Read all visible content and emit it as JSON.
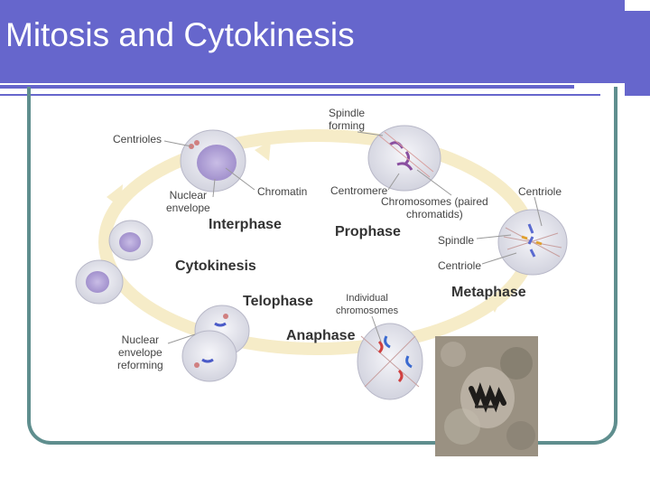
{
  "slide": {
    "title": "Mitosis and Cytokinesis"
  },
  "labels": {
    "spindle_forming": "Spindle\nforming",
    "centrioles": "Centrioles",
    "nuclear_envelope": "Nuclear\nenvelope",
    "chromatin": "Chromatin",
    "centromere": "Centromere",
    "chromosomes_paired": "Chromosomes (paired\nchromatids)",
    "centriole_top": "Centriole",
    "spindle": "Spindle",
    "centriole_mid": "Centriole",
    "individual_chromosomes": "Individual\nchromosomes",
    "nuclear_envelope_reforming": "Nuclear\nenvelope\nreforming"
  },
  "phases": {
    "interphase": "Interphase",
    "prophase": "Prophase",
    "metaphase": "Metaphase",
    "anaphase": "Anaphase",
    "telophase": "Telophase",
    "cytokinesis": "Cytokinesis"
  },
  "colors": {
    "title_bar": "#6666cc",
    "frame": "#5f8e8e",
    "cycle_arrow": "#f6ecc8",
    "cell": "#e4e4ec",
    "nucleus": "#a99bd2"
  }
}
